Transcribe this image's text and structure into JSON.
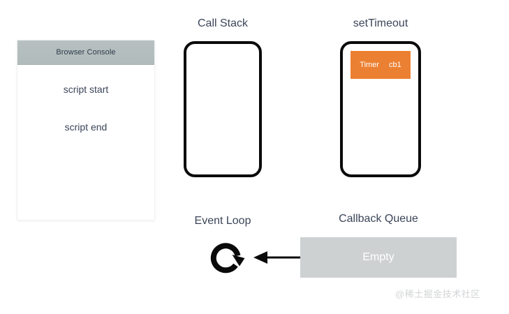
{
  "console": {
    "header_title": "Browser Console",
    "lines": [
      "script start",
      "script end"
    ]
  },
  "call_stack": {
    "title": "Call Stack",
    "frames": []
  },
  "set_timeout": {
    "title": "setTimeout",
    "tasks": [
      {
        "kind": "Timer",
        "callback": "cb1"
      }
    ]
  },
  "event_loop": {
    "title": "Event Loop",
    "icon": "circular-arrow-icon"
  },
  "callback_queue": {
    "title": "Callback Queue",
    "status": "Empty",
    "items": []
  },
  "arrow": {
    "direction": "left",
    "from": "Callback Queue",
    "to": "Event Loop"
  },
  "watermark": {
    "text": "@稀土掘金技术社区"
  },
  "colors": {
    "page_background": "#ffffff",
    "console_header": "#b3bdbd",
    "title_text": "#3b4559",
    "box_border": "#0a0a0a",
    "timer_task": "#ec8032",
    "callback_queue": "#cdd1d1",
    "watermark": "#d2d4d6"
  }
}
